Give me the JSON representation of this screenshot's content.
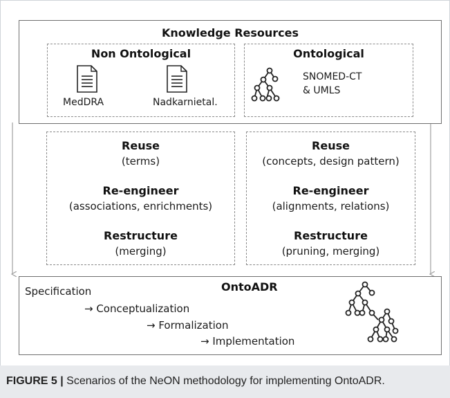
{
  "knowledge_resources": {
    "title": "Knowledge Resources",
    "non_ontological": {
      "title": "Non Ontological",
      "docs": [
        "MedDRA",
        "Nadkarnietal."
      ]
    },
    "ontological": {
      "title": "Ontological",
      "line1": "SNOMED-CT",
      "line2": "& UMLS"
    }
  },
  "left_process": {
    "reuse_title": "Reuse",
    "reuse_detail": "(terms)",
    "reengineer_title": "Re-engineer",
    "reengineer_detail": "(associations, enrichments)",
    "restructure_title": "Restructure",
    "restructure_detail": "(merging)"
  },
  "right_process": {
    "reuse_title": "Reuse",
    "reuse_detail": "(concepts, design pattern)",
    "reengineer_title": "Re-engineer",
    "reengineer_detail": "(alignments, relations)",
    "restructure_title": "Restructure",
    "restructure_detail": "(pruning, merging)"
  },
  "ontoadr": {
    "title": "OntoADR",
    "steps": [
      "Specification",
      "→ Conceptualization",
      "→ Formalization",
      "→ Implementation"
    ]
  },
  "caption": {
    "label": "FIGURE 5 |",
    "text": " Scenarios of the NeON methodology for implementing OntoADR."
  },
  "colors": {
    "border": "#6e6e6e",
    "dashed_border": "#8a8a8a",
    "caption_background": "#e8eaed",
    "arrow": "#a0a0a0"
  }
}
